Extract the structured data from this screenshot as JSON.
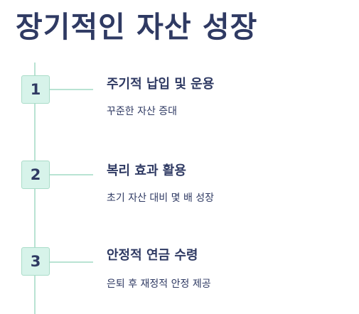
{
  "title": "장기적인 자산 성장",
  "colors": {
    "text": "#2f3a63",
    "badge_fill": "#d7f3ea",
    "badge_border": "#a9dcc8",
    "line": "#b9e3d3"
  },
  "steps": [
    {
      "number": "1",
      "title": "주기적 납입 및 운용",
      "desc": "꾸준한 자산 증대"
    },
    {
      "number": "2",
      "title": "복리 효과 활용",
      "desc": "초기 자산 대비 몇 배 성장"
    },
    {
      "number": "3",
      "title": "안정적 연금 수령",
      "desc": "은퇴 후 재정적 안정 제공"
    }
  ]
}
